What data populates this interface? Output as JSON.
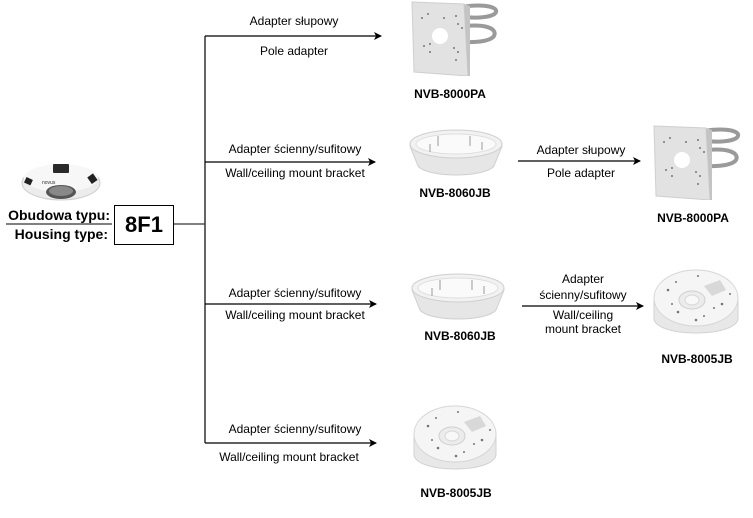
{
  "housing": {
    "label_pl": "Obudowa typu:",
    "label_en": "Housing type:",
    "type_code": "8F1",
    "camera_icon": "fisheye-camera"
  },
  "branches": [
    {
      "label_pl": "Adapter słupowy",
      "label_en": "Pole adapter",
      "product_code": "NVB-8000PA",
      "product_icon": "pole-adapter",
      "next": null
    },
    {
      "label_pl": "Adapter ścienny/sufitowy",
      "label_en": "Wall/ceiling mount bracket",
      "product_code": "NVB-8060JB",
      "product_icon": "mount-ring",
      "next": {
        "label_pl": "Adapter słupowy",
        "label_en": "Pole adapter",
        "product_code": "NVB-8000PA",
        "product_icon": "pole-adapter"
      }
    },
    {
      "label_pl": "Adapter ścienny/sufitowy",
      "label_en": "Wall/ceiling mount bracket",
      "product_code": "NVB-8060JB",
      "product_icon": "mount-ring",
      "next": {
        "label_pl_line1": "Adapter",
        "label_pl_line2": "ścienny/sufitowy",
        "label_en_line1": "Wall/ceiling",
        "label_en_line2": "mount bracket",
        "product_code": "NVB-8005JB",
        "product_icon": "junction-box"
      }
    },
    {
      "label_pl": "Adapter ścienny/sufitowy",
      "label_en": "Wall/ceiling mount bracket",
      "product_code": "NVB-8005JB",
      "product_icon": "junction-box",
      "next": null
    }
  ],
  "colors": {
    "line": "#000000",
    "trunk": "#333333",
    "product_light": "#e8e8e8",
    "product_shadow": "#b8b8b8"
  }
}
